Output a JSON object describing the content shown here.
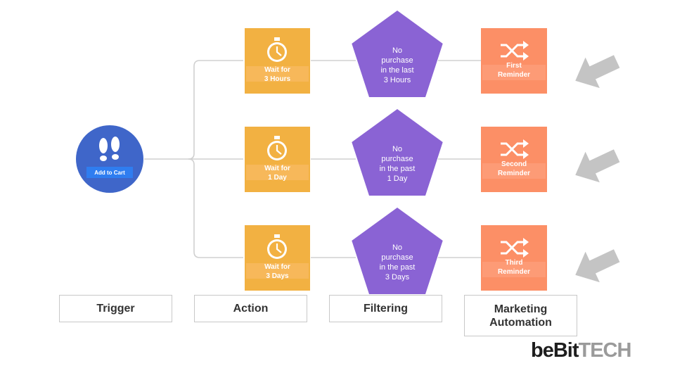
{
  "trigger": {
    "label": "Add to Cart",
    "icon": "footprints-icon",
    "color": "#3f66c9"
  },
  "rows": [
    {
      "action": "Wait for\n3 Hours",
      "filter": "No\npurchase\nin the last\n3 Hours",
      "automation": "First\nReminder"
    },
    {
      "action": "Wait for\n1 Day",
      "filter": "No\npurchase\nin the past\n1 Day",
      "automation": "Second\nReminder"
    },
    {
      "action": "Wait for\n3 Days",
      "filter": "No\npurchase\nin the past\n3 Days",
      "automation": "Third\nReminder"
    }
  ],
  "stages": [
    "Trigger",
    "Action",
    "Filtering",
    "Marketing\nAutomation"
  ],
  "icons": {
    "action": "stopwatch-icon",
    "automation": "shuffle-icon",
    "pointer": "arrow-pointer-icon"
  },
  "colors": {
    "action": "#f2b142",
    "filter": "#8a63d4",
    "automation": "#fc8f66",
    "connector": "#cfcfcf",
    "pointer": "#c4c4c4"
  },
  "logo": {
    "part1": "beBit",
    "part2": "TECH"
  }
}
